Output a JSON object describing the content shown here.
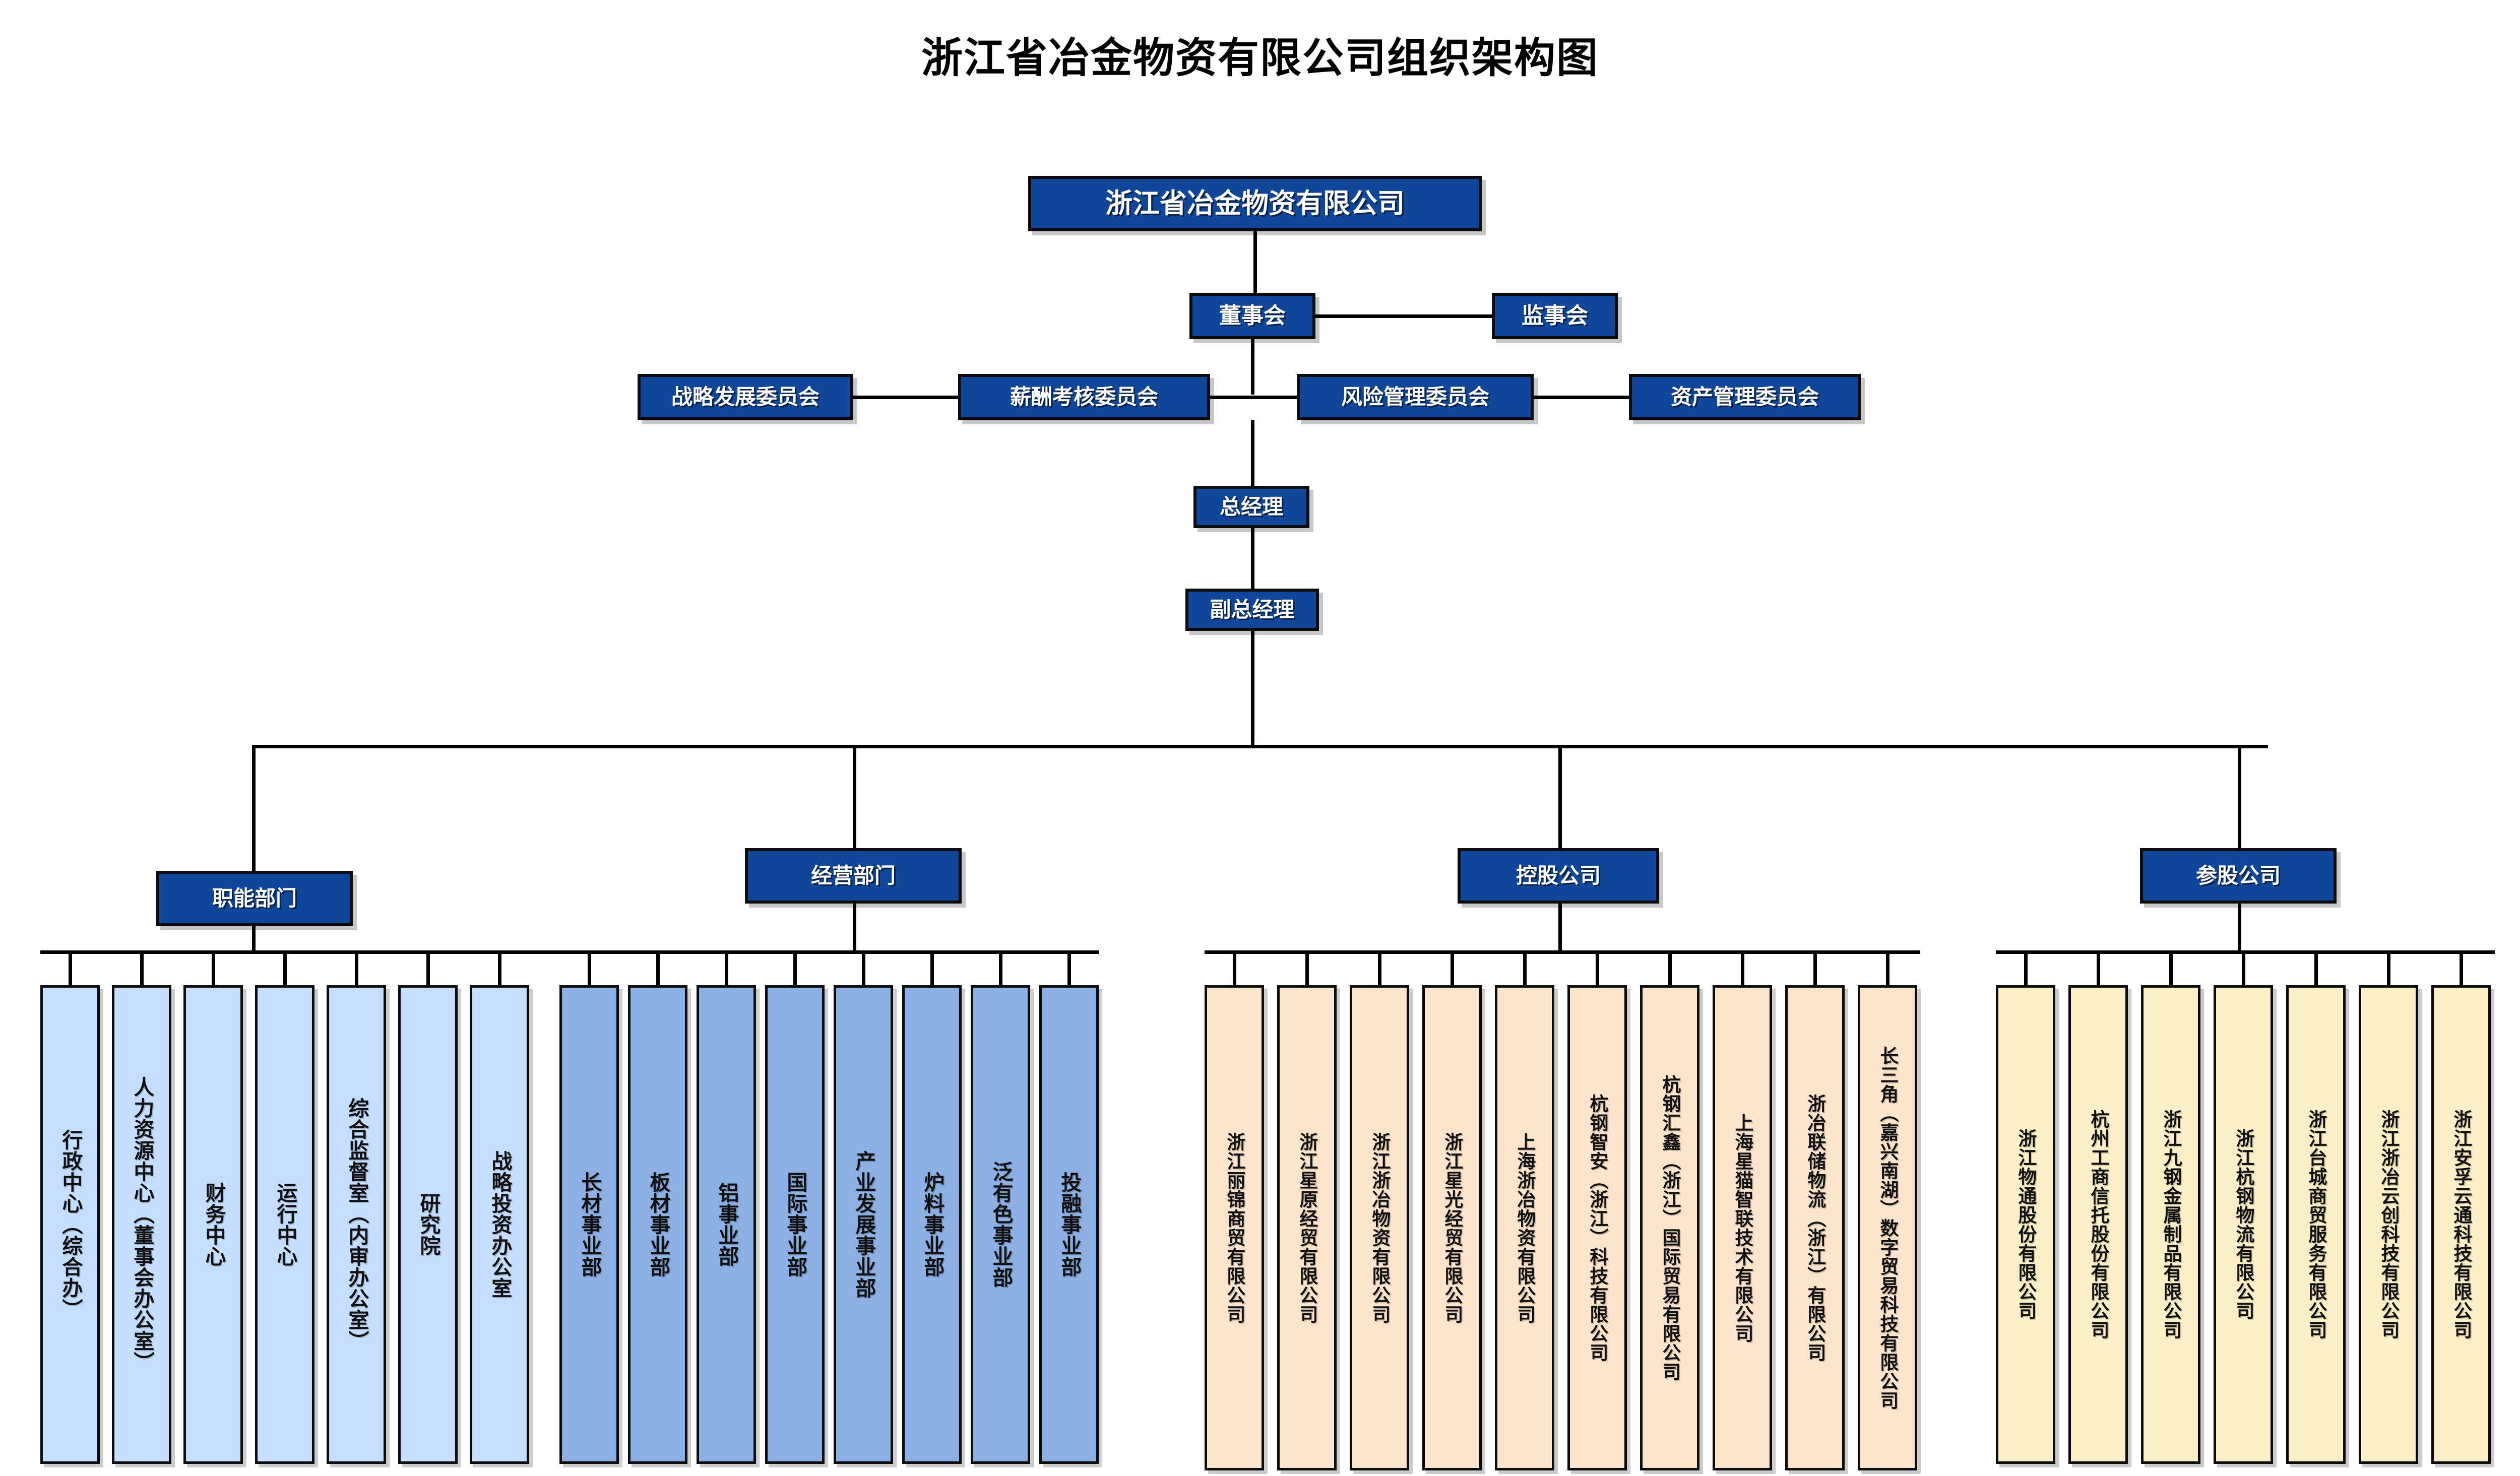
{
  "title": "浙江省冶金物资有限公司组织架构图",
  "root": {
    "label": "浙江省冶金物资有限公司"
  },
  "governance": {
    "board": "董事会",
    "supervisory_board": "监事会",
    "committees": [
      "战略发展委员会",
      "薪酬考核委员会",
      "风险管理委员会",
      "资产管理委员会"
    ],
    "general_manager": "总经理",
    "deputy_general_manager": "副总经理"
  },
  "categories": [
    {
      "label": "职能部门"
    },
    {
      "label": "经营部门"
    },
    {
      "label": "控股公司"
    },
    {
      "label": "参股公司"
    }
  ],
  "functional_departments": [
    "行政中心（综合办）",
    "人力资源中心（董事会办公室）",
    "财务中心",
    "运行中心",
    "综合监督室（内审办公室）",
    "研究院",
    "战略投资办公室"
  ],
  "business_divisions": [
    "长材事业部",
    "板材事业部",
    "铝事业部",
    "国际事业部",
    "产业发展事业部",
    "炉料事业部",
    "泛有色事业部",
    "投融事业部"
  ],
  "holding_companies": [
    "浙江丽锦商贸有限公司",
    "浙江星原经贸有限公司",
    "浙江浙冶物资有限公司",
    "浙江星光经贸有限公司",
    "上海浙冶物资有限公司",
    "杭钢智安（浙江）科技有限公司",
    "杭钢汇鑫（浙江）国际贸易有限公司",
    "上海星猫智联技术有限公司",
    "浙冶联储物流（浙江）有限公司",
    "长三角（嘉兴南湖）数字贸易科技有限公司"
  ],
  "associate_companies": [
    "浙江物通股份有限公司",
    "杭州工商信托股份有限公司",
    "浙江九钢金属制品有限公司",
    "浙江杭钢物流有限公司",
    "浙江台城商贸服务有限公司",
    "浙江浙冶云创科技有限公司",
    "浙江安孚云通科技有限公司"
  ],
  "colors": {
    "navy": "#10479a",
    "functional": "#c5deff",
    "business": "#8cb0e3",
    "holding": "#fce4cc",
    "associate": "#fcefc7",
    "line": "#000000"
  }
}
